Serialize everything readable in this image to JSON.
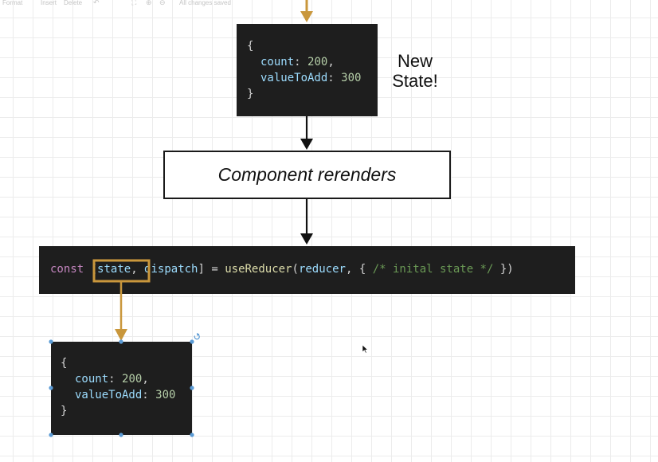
{
  "toolbar": {
    "format": "Format",
    "insert": "Insert",
    "delete": "Delete",
    "status": "All changes saved"
  },
  "state_box_top": {
    "lines": [
      {
        "open": "{"
      },
      {
        "key": "count",
        "value": "200",
        "trail": ","
      },
      {
        "key": "valueToAdd",
        "value": "300",
        "trail": ""
      },
      {
        "close": "}"
      }
    ]
  },
  "annotation": {
    "line1": "New",
    "line2": "State!"
  },
  "process": {
    "label": "Component rerenders"
  },
  "code_line": {
    "keyword": "const",
    "open_bracket": "[",
    "state_var": "state",
    "comma": ",",
    "dispatch_var": " dispatch",
    "close_bracket": "]",
    "equals": " = ",
    "fn_name": "useReducer",
    "open_paren": "(",
    "arg_reducer": "reducer",
    "arg_sep": ", ",
    "open_brace": "{ ",
    "comment": "/* inital state */",
    "close": " })"
  },
  "state_box_bottom": {
    "lines": [
      {
        "open": "{"
      },
      {
        "key": "count",
        "value": "200",
        "trail": ","
      },
      {
        "key": "valueToAdd",
        "value": "300",
        "trail": ""
      },
      {
        "close": "}"
      }
    ]
  },
  "colors": {
    "arrow_black": "#111111",
    "arrow_gold": "#c9973c",
    "highlight": "#c9973c",
    "selection": "#3b82f6",
    "code_bg": "#1e1e1e"
  }
}
